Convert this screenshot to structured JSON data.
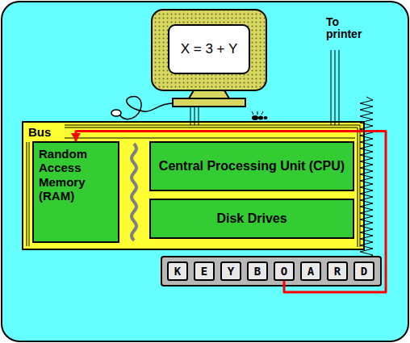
{
  "diagram": {
    "nodes": [
      {
        "text": [
          "X = 3 + Y"
        ]
      },
      {
        "text": [
          "Bus"
        ]
      },
      {
        "text": [
          "Random Access Memory (RAM)"
        ],
        "in": 1
      },
      {
        "text": [
          "Central Processing Unit (CPU)"
        ],
        "in": 1
      },
      {
        "text": [
          "Disk Drives"
        ],
        "in": 1
      },
      {
        "text": [
          "K"
        ]
      },
      {
        "text": [
          "E"
        ]
      },
      {
        "text": [
          "Y"
        ]
      },
      {
        "text": [
          "B"
        ]
      },
      {
        "text": [
          "O"
        ]
      },
      {
        "text": [
          "A"
        ]
      },
      {
        "text": [
          "R"
        ]
      },
      {
        "text": [
          "D"
        ]
      }
    ],
    "edges": [
      {
        "from": 9,
        "to": 2,
        "arrow": "to"
      }
    ],
    "labels": [
      "To printer"
    ]
  }
}
